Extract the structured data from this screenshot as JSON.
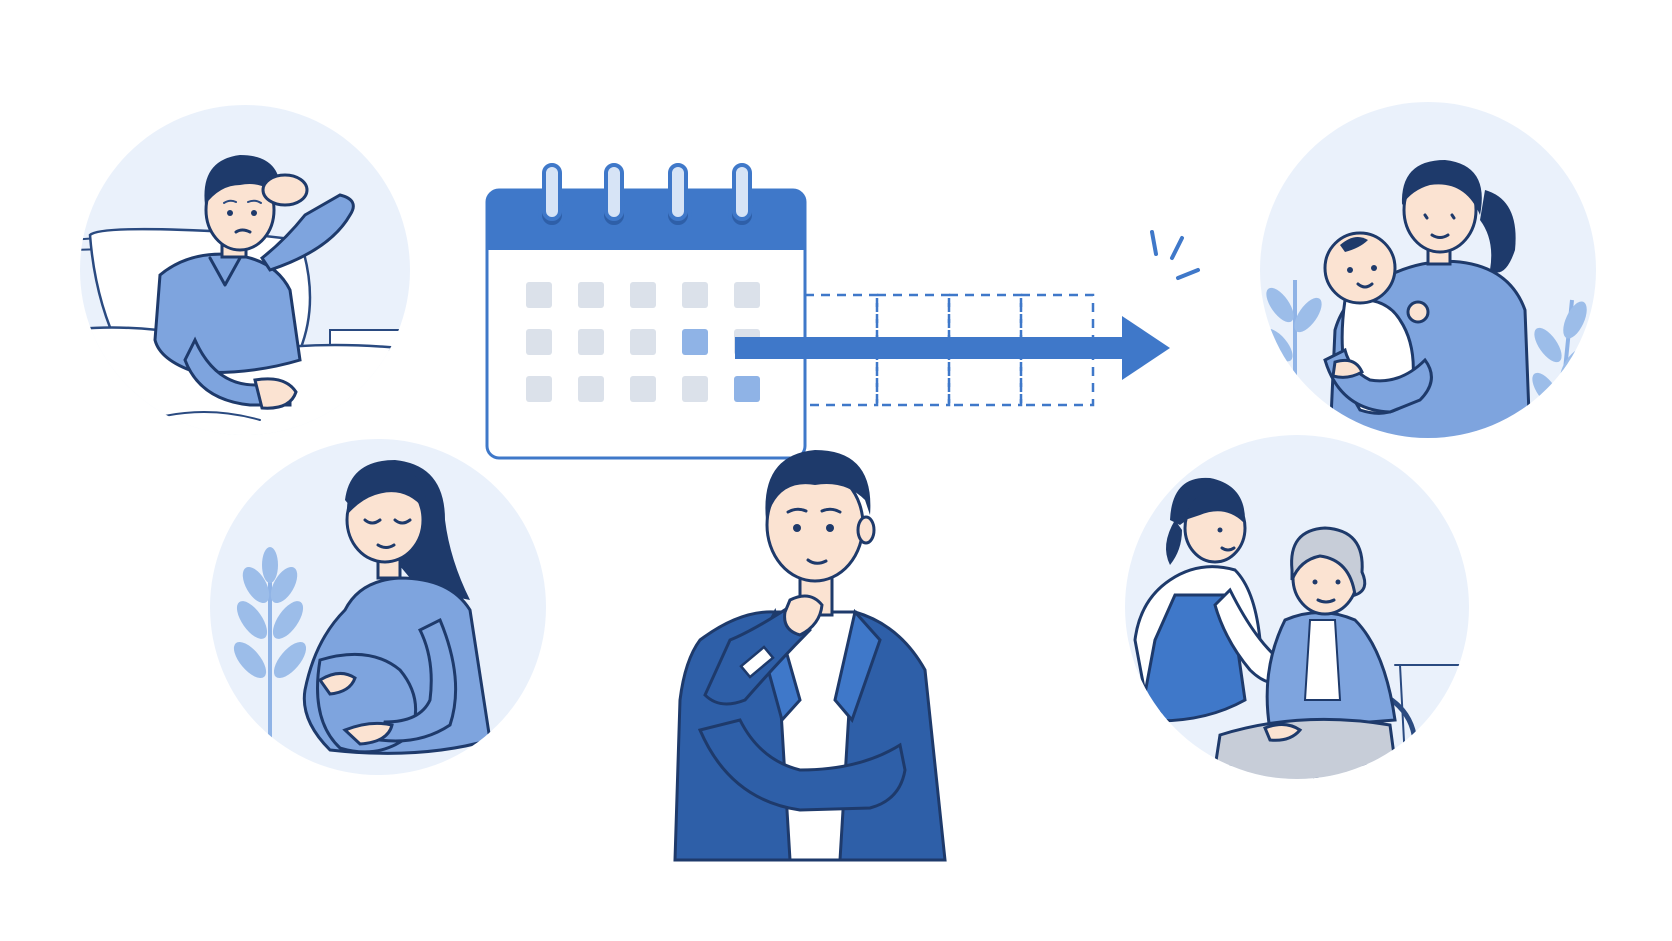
{
  "colors": {
    "primary": "#3f78c9",
    "primary_dark": "#2e5fa8",
    "outline": "#1e3a6b",
    "circle_bg": "#eaf1fb",
    "light_blue": "#8fb3e6",
    "shirt_blue": "#7ea4de",
    "cell_gray": "#dbe1ea",
    "skin": "#fbe3d2",
    "hair": "#1e3a6b",
    "white": "#ffffff"
  },
  "calendar": {
    "rows": 3,
    "cols": 5,
    "highlighted_cells": [
      [
        1,
        3
      ],
      [
        2,
        4
      ]
    ],
    "extension_cells": 4
  },
  "icons": [
    "calendar-icon",
    "arrow-right-icon",
    "leaf-icon",
    "sparkle-icon"
  ],
  "scenes": [
    {
      "name": "sick-man-in-bed"
    },
    {
      "name": "pregnant-woman"
    },
    {
      "name": "woman-holding-baby"
    },
    {
      "name": "caregiver-with-elderly-woman"
    },
    {
      "name": "thinking-businessman"
    }
  ]
}
